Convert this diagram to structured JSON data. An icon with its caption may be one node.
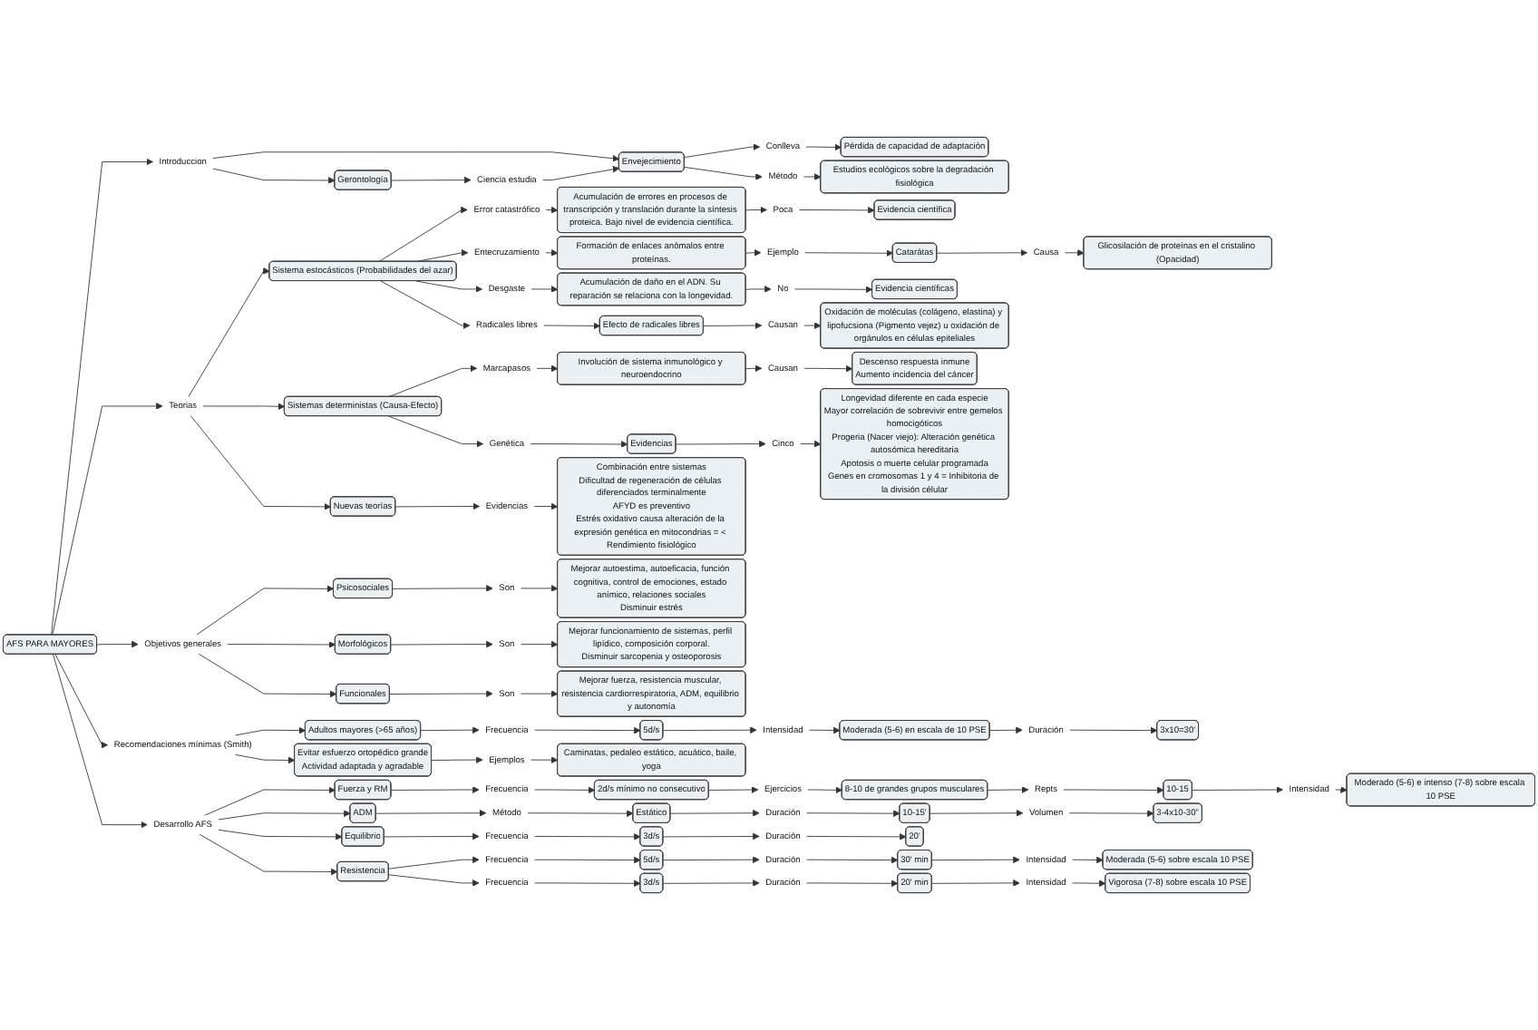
{
  "diagram": {
    "nodes": [
      {
        "text": [
          "AFS PARA MAYORES"
        ]
      },
      {
        "text": [
          "Introduccion"
        ]
      },
      {
        "text": [
          "Envejecimiento"
        ]
      },
      {
        "text": [
          "Gerontología"
        ]
      },
      {
        "text": [
          "Conlleva"
        ]
      },
      {
        "text": [
          "Pérdida de capacidad de adaptación"
        ]
      },
      {
        "text": [
          "Ciencia estudia"
        ]
      },
      {
        "text": [
          "Método"
        ]
      },
      {
        "text": [
          "Estudios ecológicos sobre la degradación fisiológica"
        ]
      },
      {
        "text": [
          "Teorias"
        ]
      },
      {
        "text": [
          "Sistema estocásticos (Probabilidades del azar)"
        ]
      },
      {
        "text": [
          "Error catastrófico"
        ]
      },
      {
        "text": [
          "Acumulación de errores en procesos de transcripción y translación durante la síntesis proteica. Bajo nivel de evidencia científica."
        ]
      },
      {
        "text": [
          "Poca"
        ]
      },
      {
        "text": [
          "Evidencia científica"
        ]
      },
      {
        "text": [
          "Entecruzamiento"
        ]
      },
      {
        "text": [
          "Formación de enlaces anómalos entre proteínas."
        ]
      },
      {
        "text": [
          "Ejemplo"
        ]
      },
      {
        "text": [
          "Catarátas"
        ]
      },
      {
        "text": [
          "Causa"
        ]
      },
      {
        "text": [
          "Glicosilación de proteínas en el cristalino (Opacidad)"
        ]
      },
      {
        "text": [
          "Desgaste"
        ]
      },
      {
        "text": [
          "Acumulación de daño en el ADN. Su reparación se relaciona con la longevidad."
        ]
      },
      {
        "text": [
          "No"
        ]
      },
      {
        "text": [
          "Evidencia científicas"
        ]
      },
      {
        "text": [
          "Radicales libres"
        ]
      },
      {
        "text": [
          "Efecto de radicales libres"
        ]
      },
      {
        "text": [
          "Causan"
        ]
      },
      {
        "text": [
          "Oxidación de moléculas (colágeno, elastina) y lipofucsiona (Pigmento vejez) u oxidación de orgánulos en células epiteliales"
        ]
      },
      {
        "text": [
          "Sistemas deterministas (Causa-Efecto)"
        ]
      },
      {
        "text": [
          "Marcapasos"
        ]
      },
      {
        "text": [
          "Involución de sistema inmunológico y neuroendocrino"
        ]
      },
      {
        "text": [
          "Causan"
        ]
      },
      {
        "text": [
          "Descenso respuesta inmune",
          "Aumento incidencia del cáncer"
        ]
      },
      {
        "text": [
          "Genética"
        ]
      },
      {
        "text": [
          "Evidencias"
        ]
      },
      {
        "text": [
          "Cinco"
        ]
      },
      {
        "text": [
          "Longevidad diferente en cada especie",
          "Mayor correlación de sobrevivir entre gemelos homocigóticos",
          "Progeria (Nacer viejo): Alteración genética autosómica hereditaria",
          "Apotosis o muerte celular programada",
          "Genes en cromosomas 1 y 4 = Inhibitoria de la división célular"
        ]
      },
      {
        "text": [
          "Nuevas teorías"
        ]
      },
      {
        "text": [
          "Evidencias"
        ]
      },
      {
        "text": [
          "Combinación entre sistemas",
          "Dificultad de regeneración de células diferenciados terminalmente",
          "AFYD es preventivo",
          "Estrés oxidativo causa alteración de la expresión genética en mitocondrias = < Rendimiento fisiológico"
        ]
      },
      {
        "text": [
          "Objetivos generales"
        ]
      },
      {
        "text": [
          "Psicosociales"
        ]
      },
      {
        "text": [
          "Son"
        ]
      },
      {
        "text": [
          "Mejorar autoestima, autoeficacia, función cognitiva, control de emociones, estado anímico, relaciones sociales",
          "Disminuir estrés"
        ]
      },
      {
        "text": [
          "Morfológicos"
        ]
      },
      {
        "text": [
          "Son"
        ]
      },
      {
        "text": [
          "Mejorar funcionamiento de sistemas, perfil lipídico, composición corporal.",
          "Disminuir sarcopenia y osteoporosis"
        ]
      },
      {
        "text": [
          "Funcionales"
        ]
      },
      {
        "text": [
          "Son"
        ]
      },
      {
        "text": [
          "Mejorar fuerza, resistencia muscular, resistencia cardiorrespiratoria, ADM, equilibrio y autonomía"
        ]
      },
      {
        "text": [
          "Recomendaciones mínimas (Smith)"
        ]
      },
      {
        "text": [
          "Adultos mayores (>65 años)"
        ]
      },
      {
        "text": [
          "Frecuencia"
        ]
      },
      {
        "text": [
          "5d/s"
        ]
      },
      {
        "text": [
          "Intensidad"
        ]
      },
      {
        "text": [
          "Moderada (5-6) en escala de 10 PSE"
        ]
      },
      {
        "text": [
          "Duración"
        ]
      },
      {
        "text": [
          "3x10=30'"
        ]
      },
      {
        "text": [
          "Evitar esfuerzo ortopédico grande",
          "Actividad adaptada y agradable"
        ]
      },
      {
        "text": [
          "Ejemplos"
        ]
      },
      {
        "text": [
          "Caminatas, pedaleo estático, acuático, baile, yoga"
        ]
      },
      {
        "text": [
          "Desarrollo AFS"
        ]
      },
      {
        "text": [
          "Fuerza y RM"
        ]
      },
      {
        "text": [
          "Frecuencia"
        ]
      },
      {
        "text": [
          "2d/s mínimo no consecutivo"
        ]
      },
      {
        "text": [
          "Ejercicios"
        ]
      },
      {
        "text": [
          "8-10 de grandes grupos musculares"
        ]
      },
      {
        "text": [
          "Repts"
        ]
      },
      {
        "text": [
          "10-15"
        ]
      },
      {
        "text": [
          "Intensidad"
        ]
      },
      {
        "text": [
          "Moderado (5-6) e intenso (7-8) sobre escala 10 PSE"
        ]
      },
      {
        "text": [
          "ADM"
        ]
      },
      {
        "text": [
          "Método"
        ]
      },
      {
        "text": [
          "Estático"
        ]
      },
      {
        "text": [
          "Duración"
        ]
      },
      {
        "text": [
          "10-15'"
        ]
      },
      {
        "text": [
          "Volumen"
        ]
      },
      {
        "text": [
          "3-4x10-30\""
        ]
      },
      {
        "text": [
          "Equilibrio"
        ]
      },
      {
        "text": [
          "Frecuencia"
        ]
      },
      {
        "text": [
          "3d/s"
        ]
      },
      {
        "text": [
          "Duración"
        ]
      },
      {
        "text": [
          "20'"
        ]
      },
      {
        "text": [
          "Resistencia"
        ]
      },
      {
        "text": [
          "Frecuencia"
        ]
      },
      {
        "text": [
          "5d/s"
        ]
      },
      {
        "text": [
          "Duración"
        ]
      },
      {
        "text": [
          "30' min"
        ]
      },
      {
        "text": [
          "Intensidad"
        ]
      },
      {
        "text": [
          "Moderada (5-6) sobre escala 10 PSE"
        ]
      },
      {
        "text": [
          "Frecuencia"
        ]
      },
      {
        "text": [
          "3d/s"
        ]
      },
      {
        "text": [
          "Duración"
        ]
      },
      {
        "text": [
          "20' min"
        ]
      },
      {
        "text": [
          "Intensidad"
        ]
      },
      {
        "text": [
          "Vigorosa (7-8) sobre escala 10 PSE"
        ]
      }
    ],
    "edges": [
      {
        "from": 0,
        "to": 1,
        "arrow": "to"
      },
      {
        "from": 1,
        "to": 2,
        "arrow": "to"
      },
      {
        "from": 1,
        "to": 3,
        "arrow": "to"
      },
      {
        "from": 2,
        "to": 4,
        "arrow": "to"
      },
      {
        "from": 4,
        "to": 5,
        "arrow": "to"
      },
      {
        "from": 3,
        "to": 6,
        "arrow": "to"
      },
      {
        "from": 6,
        "to": 2,
        "arrow": "to"
      },
      {
        "from": 2,
        "to": 7,
        "arrow": "to"
      },
      {
        "from": 7,
        "to": 8,
        "arrow": "to"
      },
      {
        "from": 0,
        "to": 9,
        "arrow": "to"
      },
      {
        "from": 9,
        "to": 10,
        "arrow": "to"
      },
      {
        "from": 10,
        "to": 11,
        "arrow": "to"
      },
      {
        "from": 11,
        "to": 12,
        "arrow": "to"
      },
      {
        "from": 12,
        "to": 13,
        "arrow": "to"
      },
      {
        "from": 13,
        "to": 14,
        "arrow": "to"
      },
      {
        "from": 10,
        "to": 15,
        "arrow": "to"
      },
      {
        "from": 15,
        "to": 16,
        "arrow": "to"
      },
      {
        "from": 16,
        "to": 17,
        "arrow": "to"
      },
      {
        "from": 17,
        "to": 18,
        "arrow": "to"
      },
      {
        "from": 18,
        "to": 19,
        "arrow": "to"
      },
      {
        "from": 19,
        "to": 20,
        "arrow": "to"
      },
      {
        "from": 10,
        "to": 21,
        "arrow": "to"
      },
      {
        "from": 21,
        "to": 22,
        "arrow": "to"
      },
      {
        "from": 22,
        "to": 23,
        "arrow": "to"
      },
      {
        "from": 23,
        "to": 24,
        "arrow": "to"
      },
      {
        "from": 10,
        "to": 25,
        "arrow": "to"
      },
      {
        "from": 25,
        "to": 26,
        "arrow": "to"
      },
      {
        "from": 26,
        "to": 27,
        "arrow": "to"
      },
      {
        "from": 27,
        "to": 28,
        "arrow": "to"
      },
      {
        "from": 9,
        "to": 29,
        "arrow": "to"
      },
      {
        "from": 29,
        "to": 30,
        "arrow": "to"
      },
      {
        "from": 30,
        "to": 31,
        "arrow": "to"
      },
      {
        "from": 31,
        "to": 32,
        "arrow": "to"
      },
      {
        "from": 32,
        "to": 33,
        "arrow": "to"
      },
      {
        "from": 29,
        "to": 34,
        "arrow": "to"
      },
      {
        "from": 34,
        "to": 35,
        "arrow": "to"
      },
      {
        "from": 35,
        "to": 36,
        "arrow": "to"
      },
      {
        "from": 36,
        "to": 37,
        "arrow": "to"
      },
      {
        "from": 9,
        "to": 38,
        "arrow": "to"
      },
      {
        "from": 38,
        "to": 39,
        "arrow": "to"
      },
      {
        "from": 39,
        "to": 40,
        "arrow": "to"
      },
      {
        "from": 0,
        "to": 41,
        "arrow": "to"
      },
      {
        "from": 41,
        "to": 42,
        "arrow": "to"
      },
      {
        "from": 42,
        "to": 43,
        "arrow": "to"
      },
      {
        "from": 43,
        "to": 44,
        "arrow": "to"
      },
      {
        "from": 41,
        "to": 45,
        "arrow": "to"
      },
      {
        "from": 45,
        "to": 46,
        "arrow": "to"
      },
      {
        "from": 46,
        "to": 47,
        "arrow": "to"
      },
      {
        "from": 41,
        "to": 48,
        "arrow": "to"
      },
      {
        "from": 48,
        "to": 49,
        "arrow": "to"
      },
      {
        "from": 49,
        "to": 50,
        "arrow": "to"
      },
      {
        "from": 0,
        "to": 51,
        "arrow": "to"
      },
      {
        "from": 51,
        "to": 52,
        "arrow": "to"
      },
      {
        "from": 52,
        "to": 53,
        "arrow": "to"
      },
      {
        "from": 53,
        "to": 54,
        "arrow": "to"
      },
      {
        "from": 54,
        "to": 55,
        "arrow": "to"
      },
      {
        "from": 55,
        "to": 56,
        "arrow": "to"
      },
      {
        "from": 56,
        "to": 57,
        "arrow": "to"
      },
      {
        "from": 57,
        "to": 58,
        "arrow": "to"
      },
      {
        "from": 51,
        "to": 59,
        "arrow": "to"
      },
      {
        "from": 59,
        "to": 60,
        "arrow": "to"
      },
      {
        "from": 60,
        "to": 61,
        "arrow": "to"
      },
      {
        "from": 0,
        "to": 62,
        "arrow": "to"
      },
      {
        "from": 62,
        "to": 63,
        "arrow": "to"
      },
      {
        "from": 63,
        "to": 64,
        "arrow": "to"
      },
      {
        "from": 64,
        "to": 65,
        "arrow": "to"
      },
      {
        "from": 65,
        "to": 66,
        "arrow": "to"
      },
      {
        "from": 66,
        "to": 67,
        "arrow": "to"
      },
      {
        "from": 67,
        "to": 68,
        "arrow": "to"
      },
      {
        "from": 68,
        "to": 69,
        "arrow": "to"
      },
      {
        "from": 69,
        "to": 70,
        "arrow": "to"
      },
      {
        "from": 70,
        "to": 71,
        "arrow": "to"
      },
      {
        "from": 62,
        "to": 72,
        "arrow": "to"
      },
      {
        "from": 72,
        "to": 73,
        "arrow": "to"
      },
      {
        "from": 73,
        "to": 74,
        "arrow": "to"
      },
      {
        "from": 74,
        "to": 75,
        "arrow": "to"
      },
      {
        "from": 75,
        "to": 76,
        "arrow": "to"
      },
      {
        "from": 76,
        "to": 77,
        "arrow": "to"
      },
      {
        "from": 77,
        "to": 78,
        "arrow": "to"
      },
      {
        "from": 62,
        "to": 79,
        "arrow": "to"
      },
      {
        "from": 79,
        "to": 80,
        "arrow": "to"
      },
      {
        "from": 80,
        "to": 81,
        "arrow": "to"
      },
      {
        "from": 81,
        "to": 82,
        "arrow": "to"
      },
      {
        "from": 82,
        "to": 83,
        "arrow": "to"
      },
      {
        "from": 62,
        "to": 84,
        "arrow": "to"
      },
      {
        "from": 84,
        "to": 85,
        "arrow": "to"
      },
      {
        "from": 85,
        "to": 86,
        "arrow": "to"
      },
      {
        "from": 86,
        "to": 87,
        "arrow": "to"
      },
      {
        "from": 87,
        "to": 88,
        "arrow": "to"
      },
      {
        "from": 88,
        "to": 89,
        "arrow": "to"
      },
      {
        "from": 89,
        "to": 90,
        "arrow": "to"
      },
      {
        "from": 84,
        "to": 91,
        "arrow": "to"
      },
      {
        "from": 91,
        "to": 92,
        "arrow": "to"
      },
      {
        "from": 92,
        "to": 93,
        "arrow": "to"
      },
      {
        "from": 93,
        "to": 94,
        "arrow": "to"
      },
      {
        "from": 94,
        "to": 95,
        "arrow": "to"
      },
      {
        "from": 95,
        "to": 96,
        "arrow": "to"
      }
    ]
  }
}
